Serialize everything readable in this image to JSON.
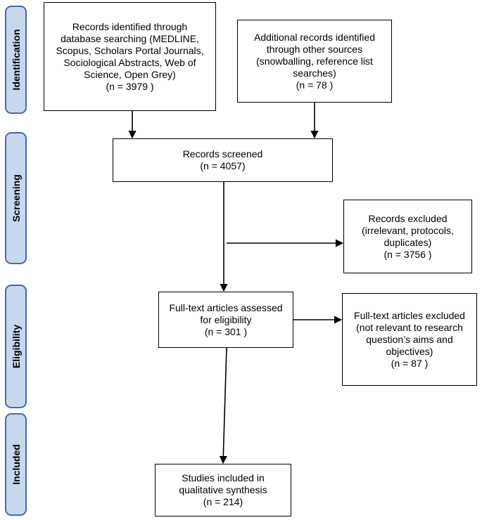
{
  "phases": {
    "identification": "Identification",
    "screening": "Screening",
    "eligibility": "Eligibility",
    "included": "Included"
  },
  "boxes": {
    "database": [
      "Records identified through",
      "database searching (MEDLINE,",
      "Scopus, Scholars Portal Journals,",
      "Sociological Abstracts, Web of",
      "Science, Open Grey)",
      "(n = 3979 )"
    ],
    "additional": [
      "Additional records identified",
      "through other sources",
      "(snowballing, reference list",
      "searches)",
      "(n = 78 )"
    ],
    "screened": [
      "Records screened",
      "(n = 4057)"
    ],
    "excluded": [
      "Records excluded",
      "(irrelevant, protocols,",
      "duplicates)",
      "(n = 3756 )"
    ],
    "fulltext": [
      "Full-text articles assessed",
      "for eligibility",
      "(n =  301 )"
    ],
    "fulltext_excluded": [
      "Full-text articles excluded",
      "(not relevant to research",
      "question’s aims and",
      "objectives)",
      "(n =  87 )"
    ],
    "included": [
      "Studies included in",
      "qualitative synthesis",
      "(n = 214)"
    ]
  }
}
